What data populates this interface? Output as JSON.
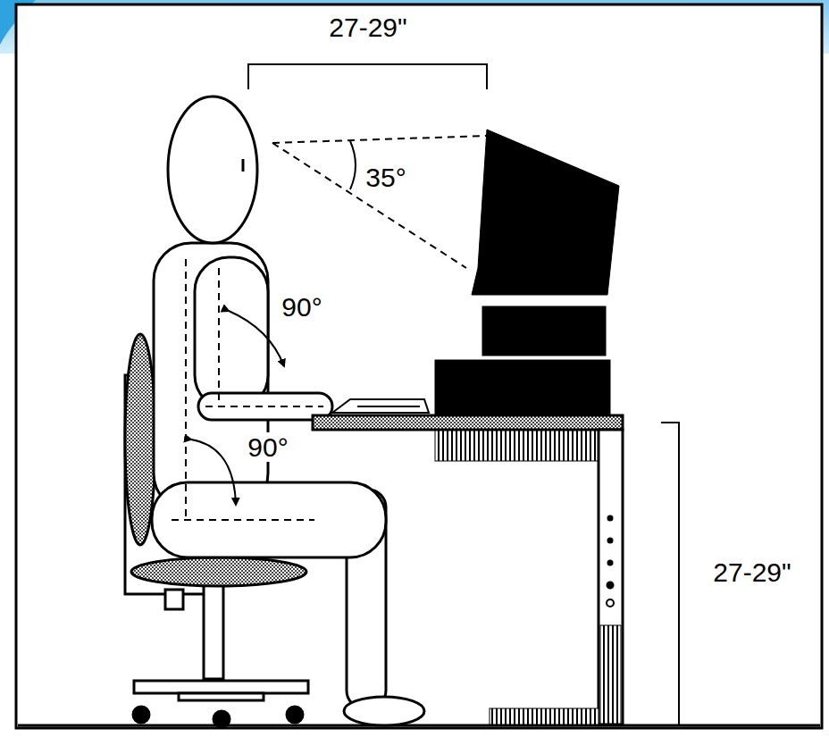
{
  "diagram": {
    "labels": [
      "27-29\"",
      "35°",
      "90°",
      "90°",
      "27-29\""
    ]
  }
}
